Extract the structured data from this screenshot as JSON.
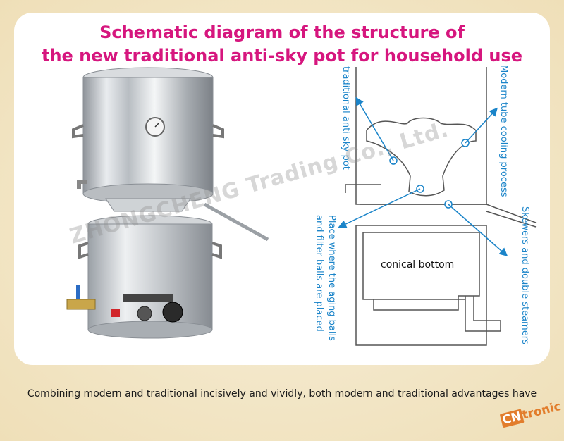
{
  "title": {
    "line1": "Schematic diagram of the structure of",
    "line2": "the new traditional anti-sky pot for household use"
  },
  "callouts": {
    "traditional_pot": "traditional anti sky pot",
    "cooling_process": "Modern tube cooling process",
    "aging_balls": "Place where the aging balls",
    "filter_balls": "and filter balls are placed",
    "skewers": "Skewers and double steamers"
  },
  "labels": {
    "conical_bottom": "conical bottom"
  },
  "watermark": "ZHONGCHENG Trading Co., Ltd.",
  "caption": "Combining modern and traditional incisively and vividly, both modern and traditional advantages have",
  "logo": {
    "prefix": "CN",
    "suffix": "tronic"
  },
  "colors": {
    "title": "#d6167e",
    "callout": "#1a84c9",
    "background": "#f2e6c9"
  }
}
